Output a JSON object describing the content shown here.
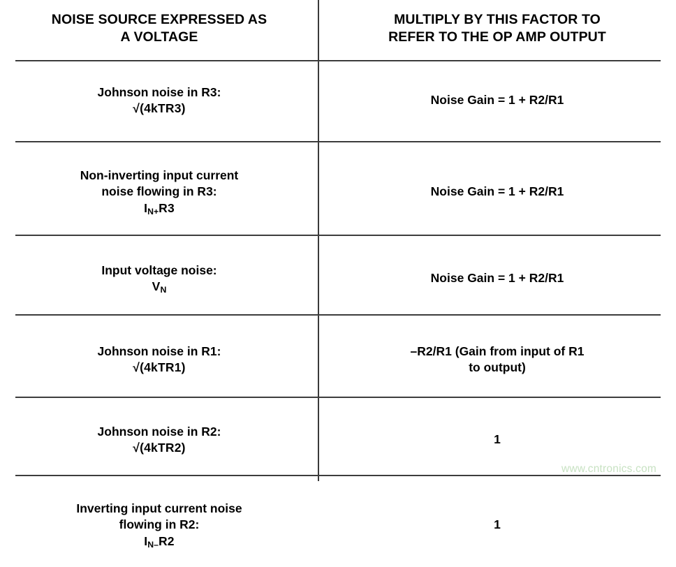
{
  "table": {
    "headers": {
      "left": [
        "NOISE SOURCE EXPRESSED AS",
        "A VOLTAGE"
      ],
      "right": [
        "MULTIPLY BY THIS FACTOR TO",
        "REFER TO THE OP AMP OUTPUT"
      ]
    },
    "rows": [
      {
        "source_line1": "Johnson noise in R3:",
        "source_formula_prefix": "√(4kTR3)",
        "factor_line1": "Noise Gain = 1 + R2/R1"
      },
      {
        "source_line1": "Non-inverting input current",
        "source_line2": "noise flowing in R3:",
        "source_symbol": "I",
        "source_subscript": "N+",
        "source_symbol_suffix": "R3",
        "factor_line1": "Noise Gain = 1 + R2/R1"
      },
      {
        "source_line1": "Input voltage noise:",
        "source_symbol": "V",
        "source_subscript": "N",
        "source_symbol_suffix": "",
        "factor_line1": "Noise Gain = 1 + R2/R1"
      },
      {
        "source_line1": "Johnson noise in R1:",
        "source_formula_prefix": "√(4kTR1)",
        "factor_line1": "–R2/R1 (Gain from input of R1",
        "factor_line2": "to output)"
      },
      {
        "source_line1": "Johnson noise in R2:",
        "source_formula_prefix": "√(4kTR2)",
        "factor_line1": "1"
      },
      {
        "source_line1": "Inverting input current noise",
        "source_line2": "flowing in R2:",
        "source_symbol": "I",
        "source_subscript": "N–",
        "source_symbol_suffix": "R2",
        "factor_line1": "1"
      }
    ]
  },
  "watermark": {
    "text": "www.cntronics.com",
    "color": "#c8e2c3"
  },
  "colors": {
    "text": "#000000",
    "rule": "#4a4a4a",
    "background": "#ffffff"
  }
}
